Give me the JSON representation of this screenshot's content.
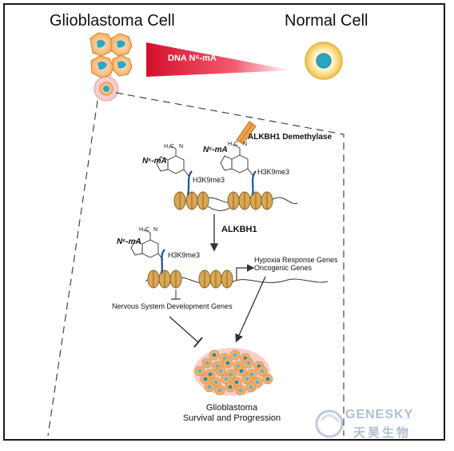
{
  "header": {
    "left_title": "Glioblastoma Cell",
    "right_title": "Normal Cell",
    "gradient_label": "DNA N⁶-mA"
  },
  "top_panel": {
    "left_mark": "N⁶-mA",
    "mid_mark": "N⁶-mA",
    "demethylase": "ALKBH1 Demethylase",
    "histone_left": "H3K9me3",
    "histone_right": "H3K9me3",
    "methyl_left": "H₃C",
    "nh_left": "N",
    "methyl_mid": "H₃C",
    "nh_mid": "N"
  },
  "arrow_label": "ALKBH1",
  "bottom_panel": {
    "mark": "N⁶-mA",
    "methyl": "H₃C",
    "nh": "N",
    "histone": "H3K9me3",
    "hypoxia": "Hypoxia Response Genes",
    "oncogenic": "Oncogenic Genes",
    "nervous": "Nervous System Development Genes"
  },
  "outcome": {
    "line1": "Glioblastoma",
    "line2": "Survival and Progression"
  },
  "watermark": {
    "brand": "GENESKY",
    "chinese": "天昊生物"
  },
  "colors": {
    "gradient_red": "#e8122d",
    "cell_orange": "#f0a24a",
    "nucleus_teal": "#2aa6c7",
    "normal_cell_fill": "#f7d97a",
    "nucleosome": "#d9a856",
    "h3k9_blue": "#1f4fa8",
    "tumor_pink": "#f2b7b7"
  }
}
